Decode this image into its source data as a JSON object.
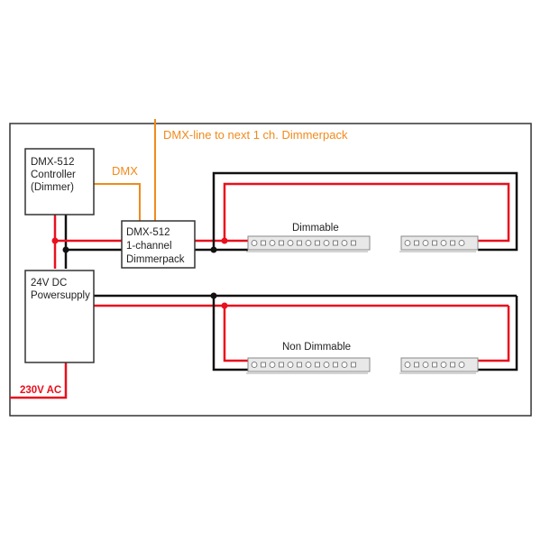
{
  "colors": {
    "dmx": "#f08a1c",
    "positive": "#e8101c",
    "negative": "#111111",
    "box_border": "#333333",
    "strip_fill": "#e8e8e8"
  },
  "controller": {
    "lines": [
      "DMX-512",
      "Controller",
      "(Dimmer)"
    ]
  },
  "dimmerpack": {
    "lines": [
      "DMX-512",
      "1-channel",
      "Dimmerpack"
    ]
  },
  "powersupply": {
    "lines": [
      "24V DC",
      "Powersupply"
    ]
  },
  "labels": {
    "dmx": "DMX",
    "dmx_line_next": "DMX-line to next 1 ch. Dimmerpack",
    "mains": "230V AC",
    "dimmable": "Dimmable",
    "non_dimmable": "Non Dimmable"
  },
  "strips": [
    {
      "group": "dimmable",
      "name": "led-strip-dimmable-1"
    },
    {
      "group": "dimmable",
      "name": "led-strip-dimmable-2"
    },
    {
      "group": "non_dimmable",
      "name": "led-strip-non-dimmable-1"
    },
    {
      "group": "non_dimmable",
      "name": "led-strip-non-dimmable-2"
    }
  ]
}
